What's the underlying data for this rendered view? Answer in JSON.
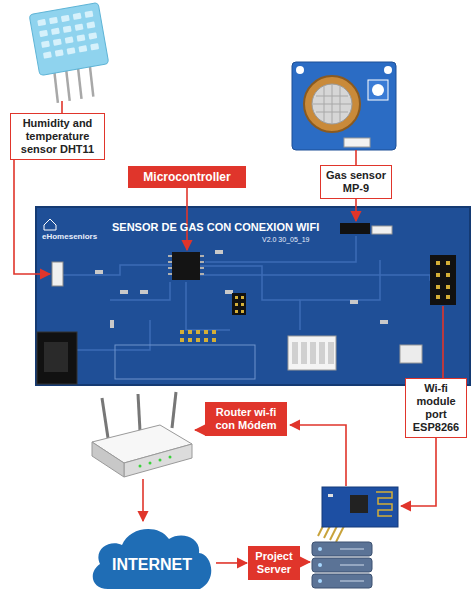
{
  "diagram": {
    "nodes": [
      {
        "text": [
          "Humidity and temperature sensor DHT11"
        ]
      },
      {
        "text": [
          "Microcontroller"
        ]
      },
      {
        "text": [
          "Gas sensor MP-9"
        ]
      },
      {
        "text": [
          "Wi-fi module port ESP8266"
        ]
      },
      {
        "text": [
          "Router wi-fi con Módem"
        ]
      },
      {
        "text": [
          "INTERNET"
        ]
      },
      {
        "text": [
          "Project Server"
        ]
      }
    ],
    "edges": [
      {
        "from": 5,
        "to": 6,
        "arrow": "to"
      }
    ],
    "labels": [
      "SENSOR DE GAS CON CONEXION WIFI",
      "eHomeseniors",
      "V2.0 30_05_19"
    ]
  }
}
